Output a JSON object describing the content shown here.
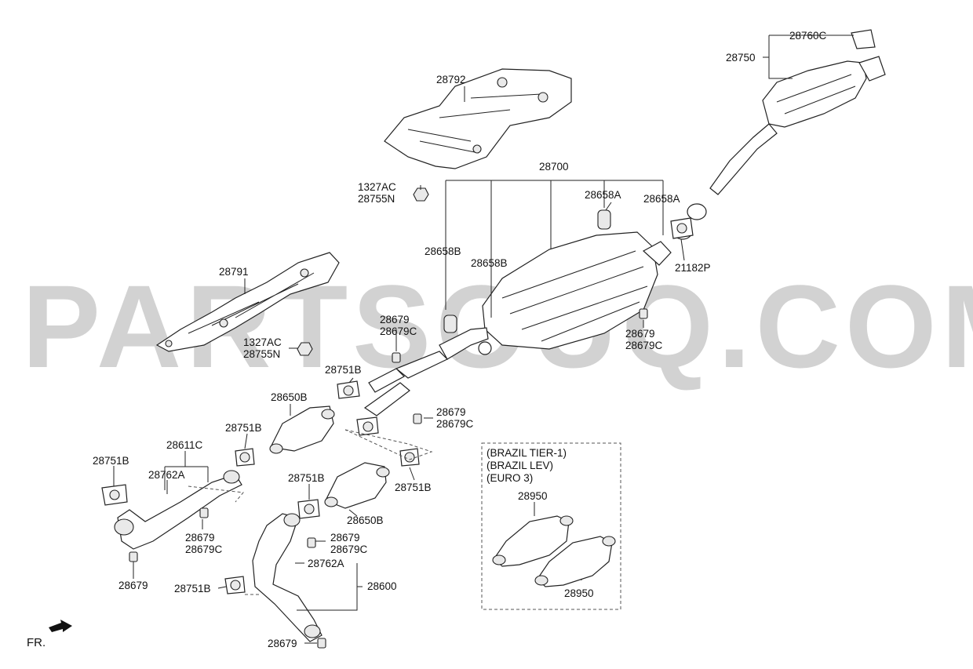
{
  "watermark": "PARTSOUQ.COM",
  "labels": {
    "l28792": "28792",
    "l28700": "28700",
    "l1327AC_a": "1327AC",
    "l28755N_a": "28755N",
    "l28760C": "28760C",
    "l28750": "28750",
    "l28658A_a": "28658A",
    "l28658A_b": "28658A",
    "l21182P": "21182P",
    "l28658B_a": "28658B",
    "l28658B_b": "28658B",
    "l28791": "28791",
    "l28679_a": "28679",
    "l28679C_a": "28679C",
    "l28679_b": "28679",
    "l28679C_b": "28679C",
    "l1327AC_b": "1327AC",
    "l28755N_b": "28755N",
    "l28751B_a": "28751B",
    "l28650B_a": "28650B",
    "l28679_c": "28679",
    "l28679C_c": "28679C",
    "l28751B_b": "28751B",
    "l28611C": "28611C",
    "l28751B_c": "28751B",
    "l28762A_a": "28762A",
    "l28751B_d": "28751B",
    "l28751B_e": "28751B",
    "l28650B_b": "28650B",
    "l28679_d": "28679",
    "l28679C_d": "28679C",
    "l28679_e": "28679",
    "l28679C_e": "28679C",
    "l28762A_b": "28762A",
    "l28600": "28600",
    "l28751B_f": "28751B",
    "l28679_f": "28679",
    "l28679_g": "28679",
    "brazil_tier": "(BRAZIL TIER-1)",
    "brazil_lev": "(BRAZIL LEV)",
    "euro3": "(EURO 3)",
    "l28950_a": "28950",
    "l28950_b": "28950",
    "fr": "FR."
  }
}
